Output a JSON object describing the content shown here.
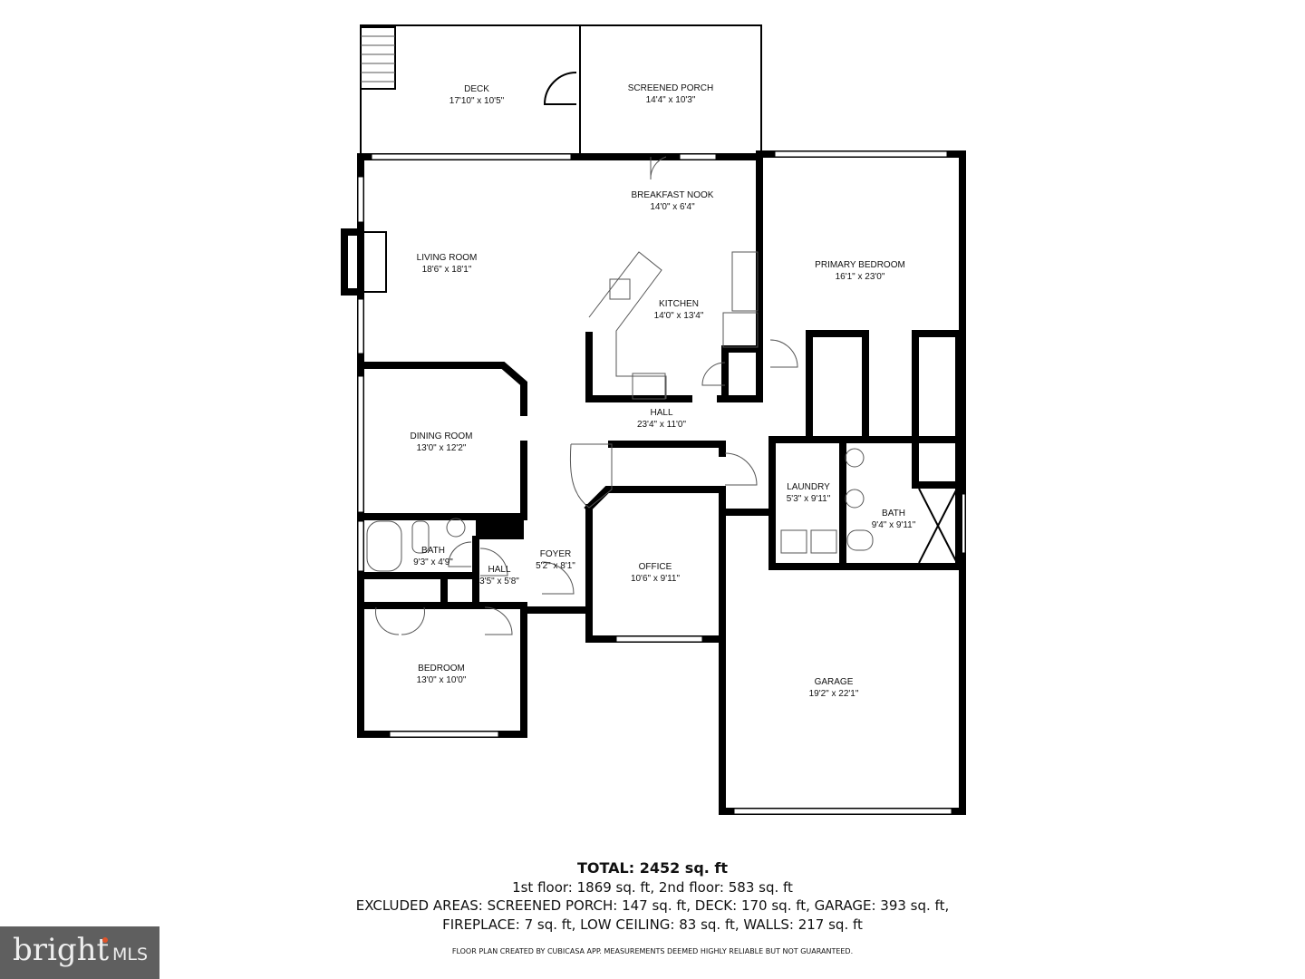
{
  "rooms": [
    {
      "name": "DECK",
      "dims": "17'10\" x 10'5\""
    },
    {
      "name": "SCREENED PORCH",
      "dims": "14'4\" x 10'3\""
    },
    {
      "name": "BREAKFAST NOOK",
      "dims": "14'0\" x 6'4\""
    },
    {
      "name": "LIVING ROOM",
      "dims": "18'6\" x 18'1\""
    },
    {
      "name": "KITCHEN",
      "dims": "14'0\" x 13'4\""
    },
    {
      "name": "PRIMARY BEDROOM",
      "dims": "16'1\" x 23'0\""
    },
    {
      "name": "HALL",
      "dims": "23'4\" x 11'0\""
    },
    {
      "name": "DINING ROOM",
      "dims": "13'0\" x 12'2\""
    },
    {
      "name": "LAUNDRY",
      "dims": "5'3\" x 9'11\""
    },
    {
      "name": "BATH",
      "dims": "9'4\" x 9'11\""
    },
    {
      "name": "BATH",
      "dims": "9'3\" x 4'9\""
    },
    {
      "name": "HALL",
      "dims": "3'5\" x 5'8\""
    },
    {
      "name": "FOYER",
      "dims": "5'2\" x 8'1\""
    },
    {
      "name": "OFFICE",
      "dims": "10'6\" x 9'11\""
    },
    {
      "name": "BEDROOM",
      "dims": "13'0\" x 10'0\""
    },
    {
      "name": "GARAGE",
      "dims": "19'2\" x 22'1\""
    }
  ],
  "summary": {
    "total": "TOTAL: 2452 sq. ft",
    "floors": "1st floor: 1869 sq. ft, 2nd floor: 583 sq. ft",
    "excluded_1": "EXCLUDED AREAS: SCREENED PORCH: 147 sq. ft, DECK: 170 sq. ft, GARAGE: 393 sq. ft,",
    "excluded_2": "FIREPLACE: 7 sq. ft, LOW CEILING: 83 sq. ft, WALLS: 217 sq. ft",
    "disclaimer": "FLOOR PLAN CREATED BY CUBICASA APP. MEASUREMENTS DEEMED HIGHLY RELIABLE BUT NOT GUARANTEED."
  },
  "logo": {
    "brand": "bright",
    "suffix": "MLS",
    "colors": {
      "background": "#5f5f5f",
      "accent": "#e0542a"
    }
  }
}
